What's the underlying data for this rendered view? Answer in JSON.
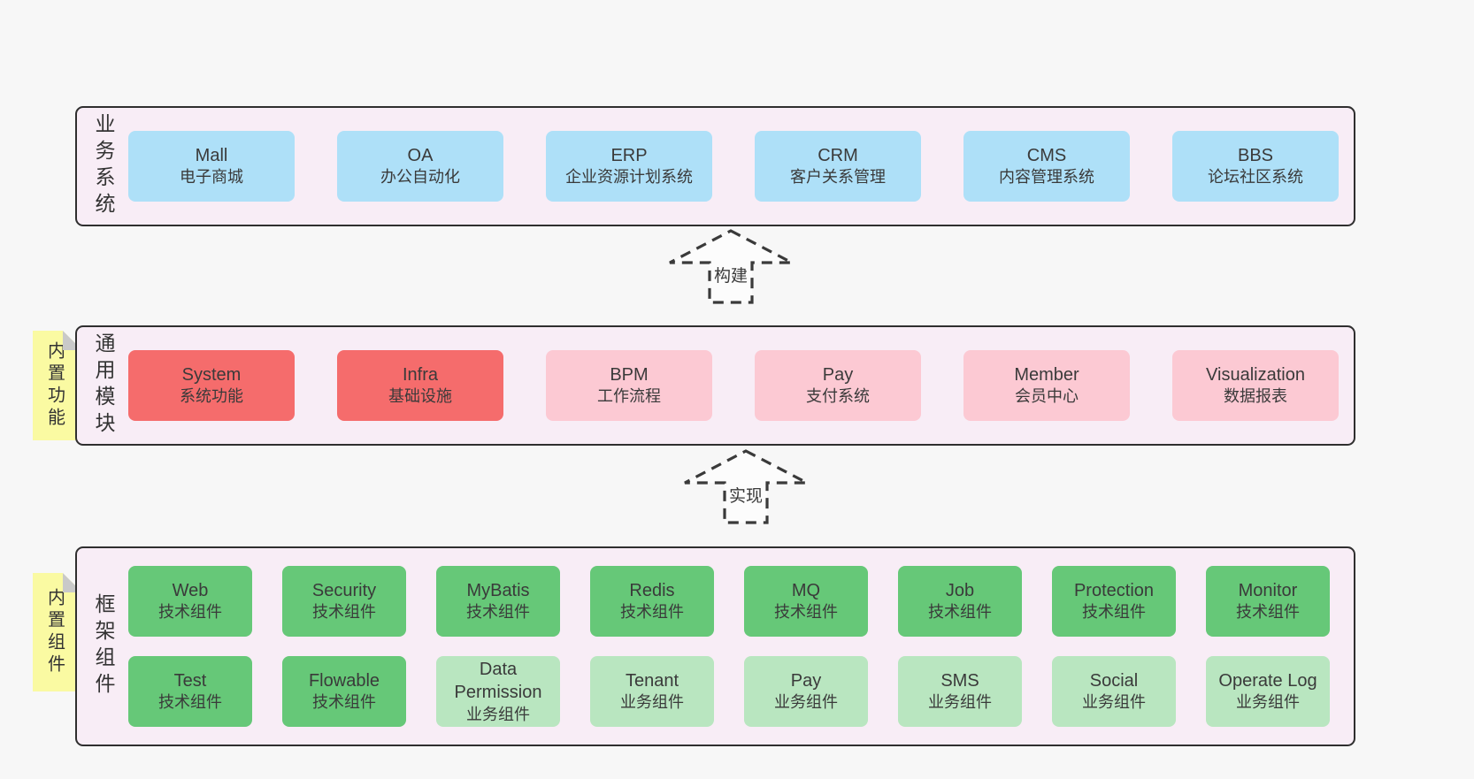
{
  "page": {
    "background": "#f7f7f7"
  },
  "colors": {
    "page_bg": "#f7f7f7",
    "container_bg": "#f8edf6",
    "container_border": "#2f2f2f",
    "blue_box": "#aee0f8",
    "red_box": "#f56c6c",
    "pink_box": "#fcc9d3",
    "green_box": "#66c878",
    "light_green_box": "#b9e6c0",
    "tab_yellow": "#fafaa2",
    "tab_fold_gray": "#c9c9c9",
    "text": "#3a3a3a"
  },
  "arrows": [
    {
      "label": "构建"
    },
    {
      "label": "实现"
    }
  ],
  "layers": [
    {
      "label": "业务系统",
      "tab": null,
      "rows": [
        [
          {
            "en": "Mall",
            "cn": "电子商城",
            "type": "blue"
          },
          {
            "en": "OA",
            "cn": "办公自动化",
            "type": "blue"
          },
          {
            "en": "ERP",
            "cn": "企业资源计划系统",
            "type": "blue"
          },
          {
            "en": "CRM",
            "cn": "客户关系管理",
            "type": "blue"
          },
          {
            "en": "CMS",
            "cn": "内容管理系统",
            "type": "blue"
          },
          {
            "en": "BBS",
            "cn": "论坛社区系统",
            "type": "blue"
          }
        ]
      ]
    },
    {
      "label": "通用模块",
      "tab": "内置功能",
      "rows": [
        [
          {
            "en": "System",
            "cn": "系统功能",
            "type": "red"
          },
          {
            "en": "Infra",
            "cn": "基础设施",
            "type": "red"
          },
          {
            "en": "BPM",
            "cn": "工作流程",
            "type": "pink"
          },
          {
            "en": "Pay",
            "cn": "支付系统",
            "type": "pink"
          },
          {
            "en": "Member",
            "cn": "会员中心",
            "type": "pink"
          },
          {
            "en": "Visualization",
            "cn": "数据报表",
            "type": "pink"
          }
        ]
      ]
    },
    {
      "label": "框架组件",
      "tab": "内置组件",
      "rows": [
        [
          {
            "en": "Web",
            "cn": "技术组件",
            "type": "green"
          },
          {
            "en": "Security",
            "cn": "技术组件",
            "type": "green"
          },
          {
            "en": "MyBatis",
            "cn": "技术组件",
            "type": "green"
          },
          {
            "en": "Redis",
            "cn": "技术组件",
            "type": "green"
          },
          {
            "en": "MQ",
            "cn": "技术组件",
            "type": "green"
          },
          {
            "en": "Job",
            "cn": "技术组件",
            "type": "green"
          },
          {
            "en": "Protection",
            "cn": "技术组件",
            "type": "green"
          },
          {
            "en": "Monitor",
            "cn": "技术组件",
            "type": "green"
          }
        ],
        [
          {
            "en": "Test",
            "cn": "技术组件",
            "type": "green"
          },
          {
            "en": "Flowable",
            "cn": "技术组件",
            "type": "green"
          },
          {
            "en": "Data Permission",
            "cn": "业务组件",
            "type": "lightgreen"
          },
          {
            "en": "Tenant",
            "cn": "业务组件",
            "type": "lightgreen"
          },
          {
            "en": "Pay",
            "cn": "业务组件",
            "type": "lightgreen"
          },
          {
            "en": "SMS",
            "cn": "业务组件",
            "type": "lightgreen"
          },
          {
            "en": "Social",
            "cn": "业务组件",
            "type": "lightgreen"
          },
          {
            "en": "Operate Log",
            "cn": "业务组件",
            "type": "lightgreen"
          }
        ]
      ]
    }
  ]
}
